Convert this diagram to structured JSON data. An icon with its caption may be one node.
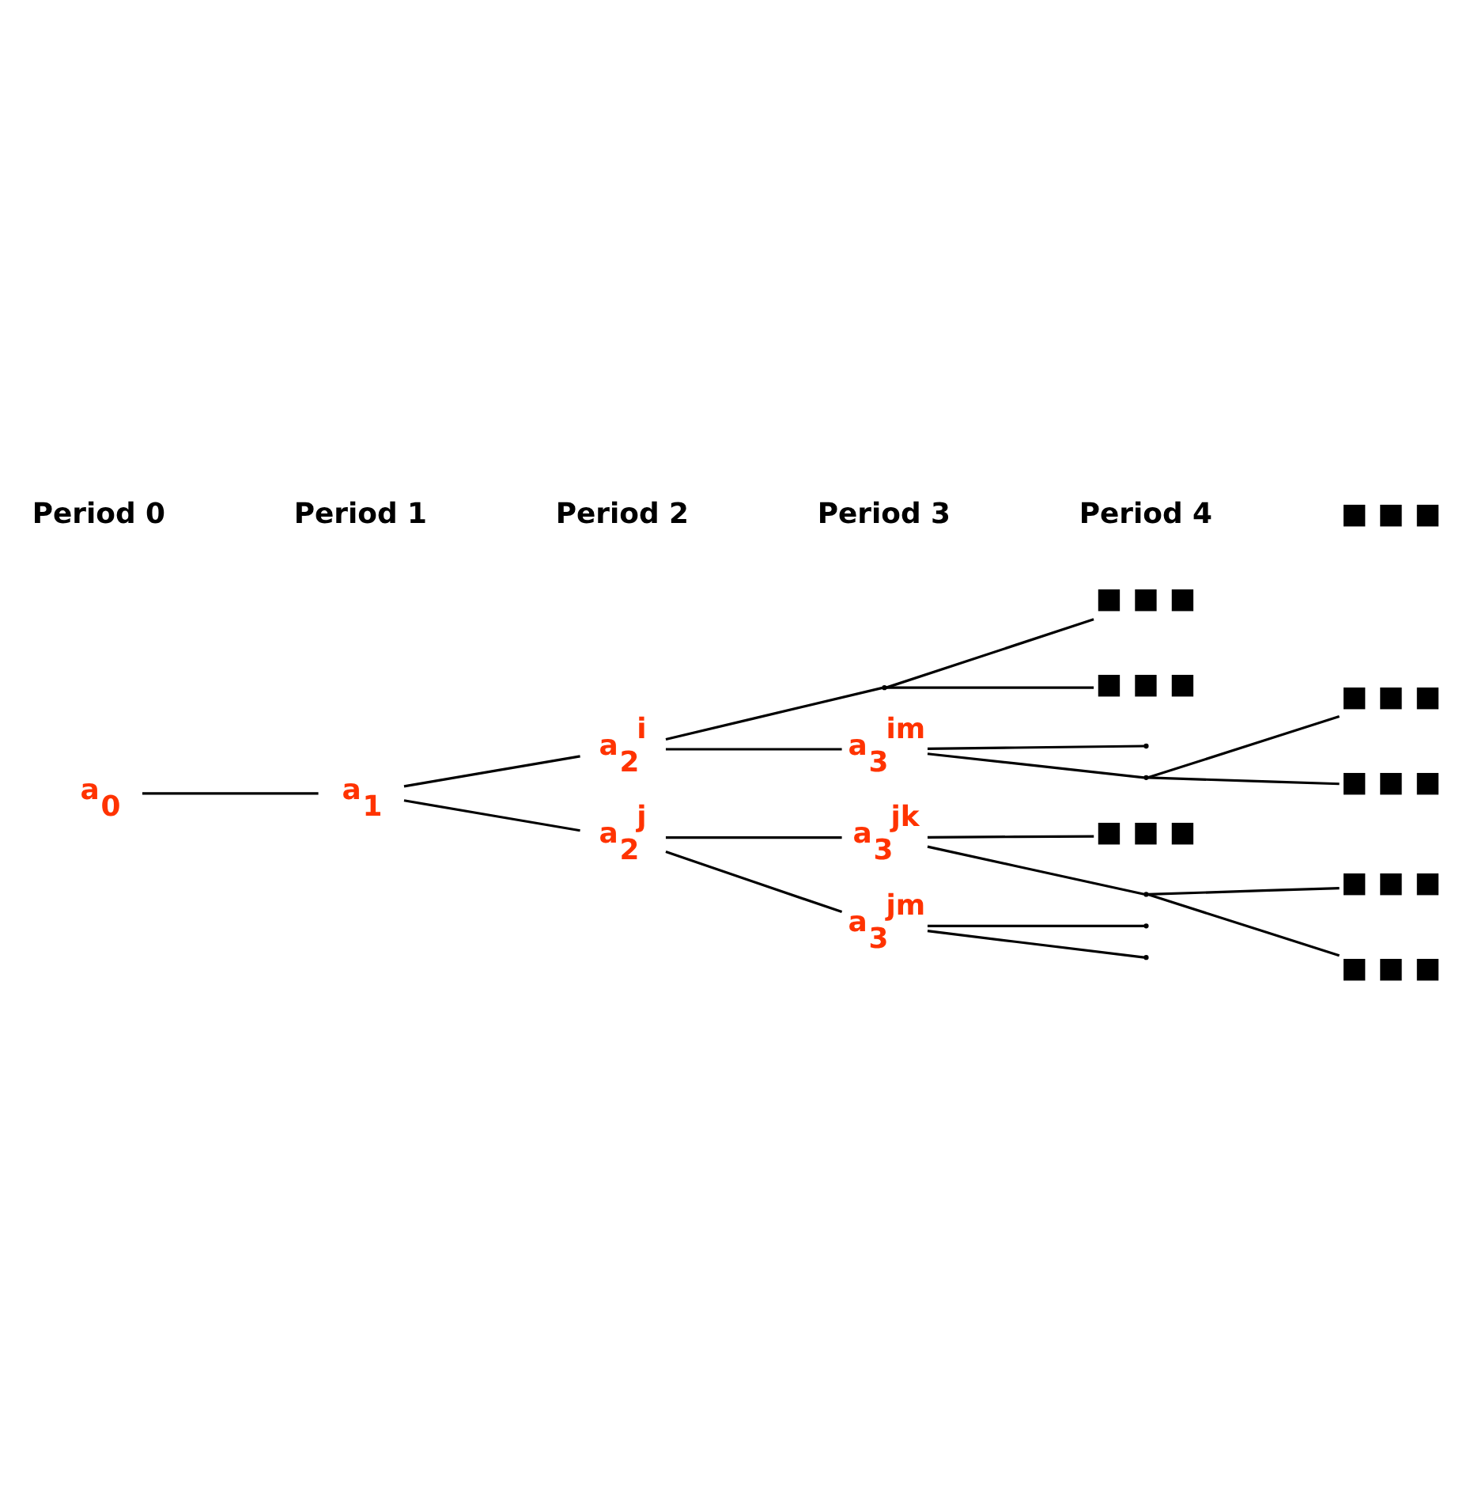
{
  "diagram": {
    "nodes": [
      {
        "text": [
          "a$_{0}$"
        ]
      },
      {
        "text": [
          "a$_{1}$"
        ]
      },
      {
        "text": [
          "a$_{2}$$^{i}$"
        ]
      },
      {
        "text": [],
        "shape": "point"
      },
      {
        "text": [
          "■ ■ ■"
        ]
      },
      {
        "text": [
          "■ ■ ■"
        ]
      },
      {
        "text": [
          "a$_{3}$$^{im}$"
        ]
      },
      {
        "text": [],
        "shape": "point"
      },
      {
        "text": [],
        "shape": "point"
      },
      {
        "text": [
          "■ ■ ■"
        ]
      },
      {
        "text": [
          "■ ■ ■"
        ]
      },
      {
        "text": [
          "a$_{2}$$^{j}$"
        ]
      },
      {
        "text": [
          "a$_{3}$$^{jk}$"
        ]
      },
      {
        "text": [
          "■ ■ ■"
        ]
      },
      {
        "text": [],
        "shape": "point"
      },
      {
        "text": [
          "■ ■ ■"
        ]
      },
      {
        "text": [
          "■ ■ ■"
        ]
      },
      {
        "text": [
          "a$_{3}$$^{jm}$"
        ]
      },
      {
        "text": [],
        "shape": "point"
      },
      {
        "text": [],
        "shape": "point"
      }
    ],
    "edges": [
      {
        "from": 0,
        "to": 1,
        "arrow": "none"
      },
      {
        "from": 1,
        "to": 2,
        "arrow": "none"
      },
      {
        "from": 1,
        "to": 11,
        "arrow": "none"
      },
      {
        "from": 2,
        "to": 3,
        "arrow": "none"
      },
      {
        "from": 2,
        "to": 6,
        "arrow": "none"
      },
      {
        "from": 3,
        "to": 4,
        "arrow": "none"
      },
      {
        "from": 3,
        "to": 5,
        "arrow": "none"
      },
      {
        "from": 6,
        "to": 7,
        "arrow": "none"
      },
      {
        "from": 6,
        "to": 8,
        "arrow": "none"
      },
      {
        "from": 8,
        "to": 9,
        "arrow": "none"
      },
      {
        "from": 8,
        "to": 10,
        "arrow": "none"
      },
      {
        "from": 11,
        "to": 12,
        "arrow": "none"
      },
      {
        "from": 11,
        "to": 17,
        "arrow": "none"
      },
      {
        "from": 12,
        "to": 13,
        "arrow": "none"
      },
      {
        "from": 12,
        "to": 14,
        "arrow": "none"
      },
      {
        "from": 14,
        "to": 15,
        "arrow": "none"
      },
      {
        "from": 14,
        "to": 16,
        "arrow": "none"
      },
      {
        "from": 17,
        "to": 18,
        "arrow": "none"
      },
      {
        "from": 17,
        "to": 19,
        "arrow": "none"
      }
    ],
    "labels": [
      "Period 0",
      "Period 1",
      "Period 2",
      "Period 3",
      "Period 4",
      "■ ■ ■"
    ]
  }
}
